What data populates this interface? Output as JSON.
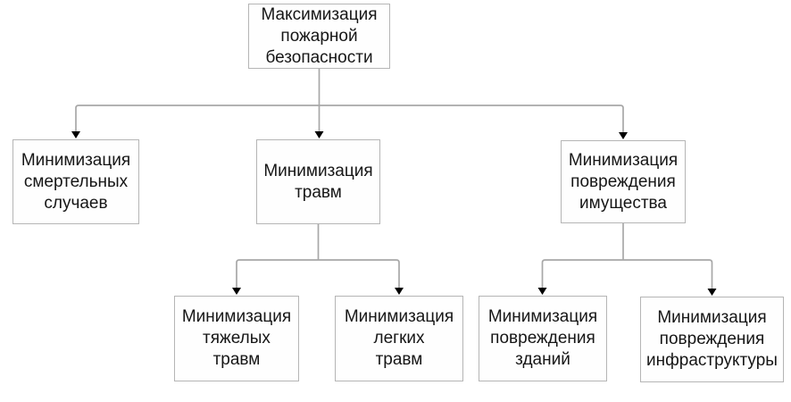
{
  "diagram": {
    "root": {
      "label": "Максимизация\nпожарной\nбезопасности"
    },
    "level2": [
      {
        "label": "Минимизация\nсмертельных\nслучаев"
      },
      {
        "label": "Минимизация\nтравм"
      },
      {
        "label": "Минимизация\nповреждения\nимущества"
      }
    ],
    "level3": [
      {
        "label": "Минимизация\nтяжелых\nтравм"
      },
      {
        "label": "Минимизация\nлегких\nтравм"
      },
      {
        "label": "Минимизация\nповреждения\nзданий"
      },
      {
        "label": "Минимизация\nповреждения\nинфраструктуры"
      }
    ]
  },
  "colors": {
    "background": "#ffffff",
    "box_fill": "#fefefe",
    "box_border": "#b5b5b5",
    "line": "#a8a8a8",
    "arrow": "#000000",
    "text": "#161616"
  }
}
